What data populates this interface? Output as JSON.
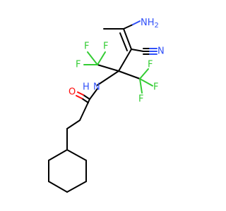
{
  "molecule": {
    "atoms": {
      "nh2": "NH",
      "nh2_sub": "2",
      "cn_n": "N",
      "amide_o": "O",
      "amide_nh": "H",
      "amide_n": "N",
      "f1": "F",
      "f2": "F",
      "f3": "F",
      "f4": "F",
      "f5": "F",
      "f6": "F"
    },
    "colors": {
      "carbon": "#000000",
      "nitrogen": "#3050f8",
      "oxygen": "#ff0d0d",
      "fluorine": "#33cc33"
    }
  }
}
